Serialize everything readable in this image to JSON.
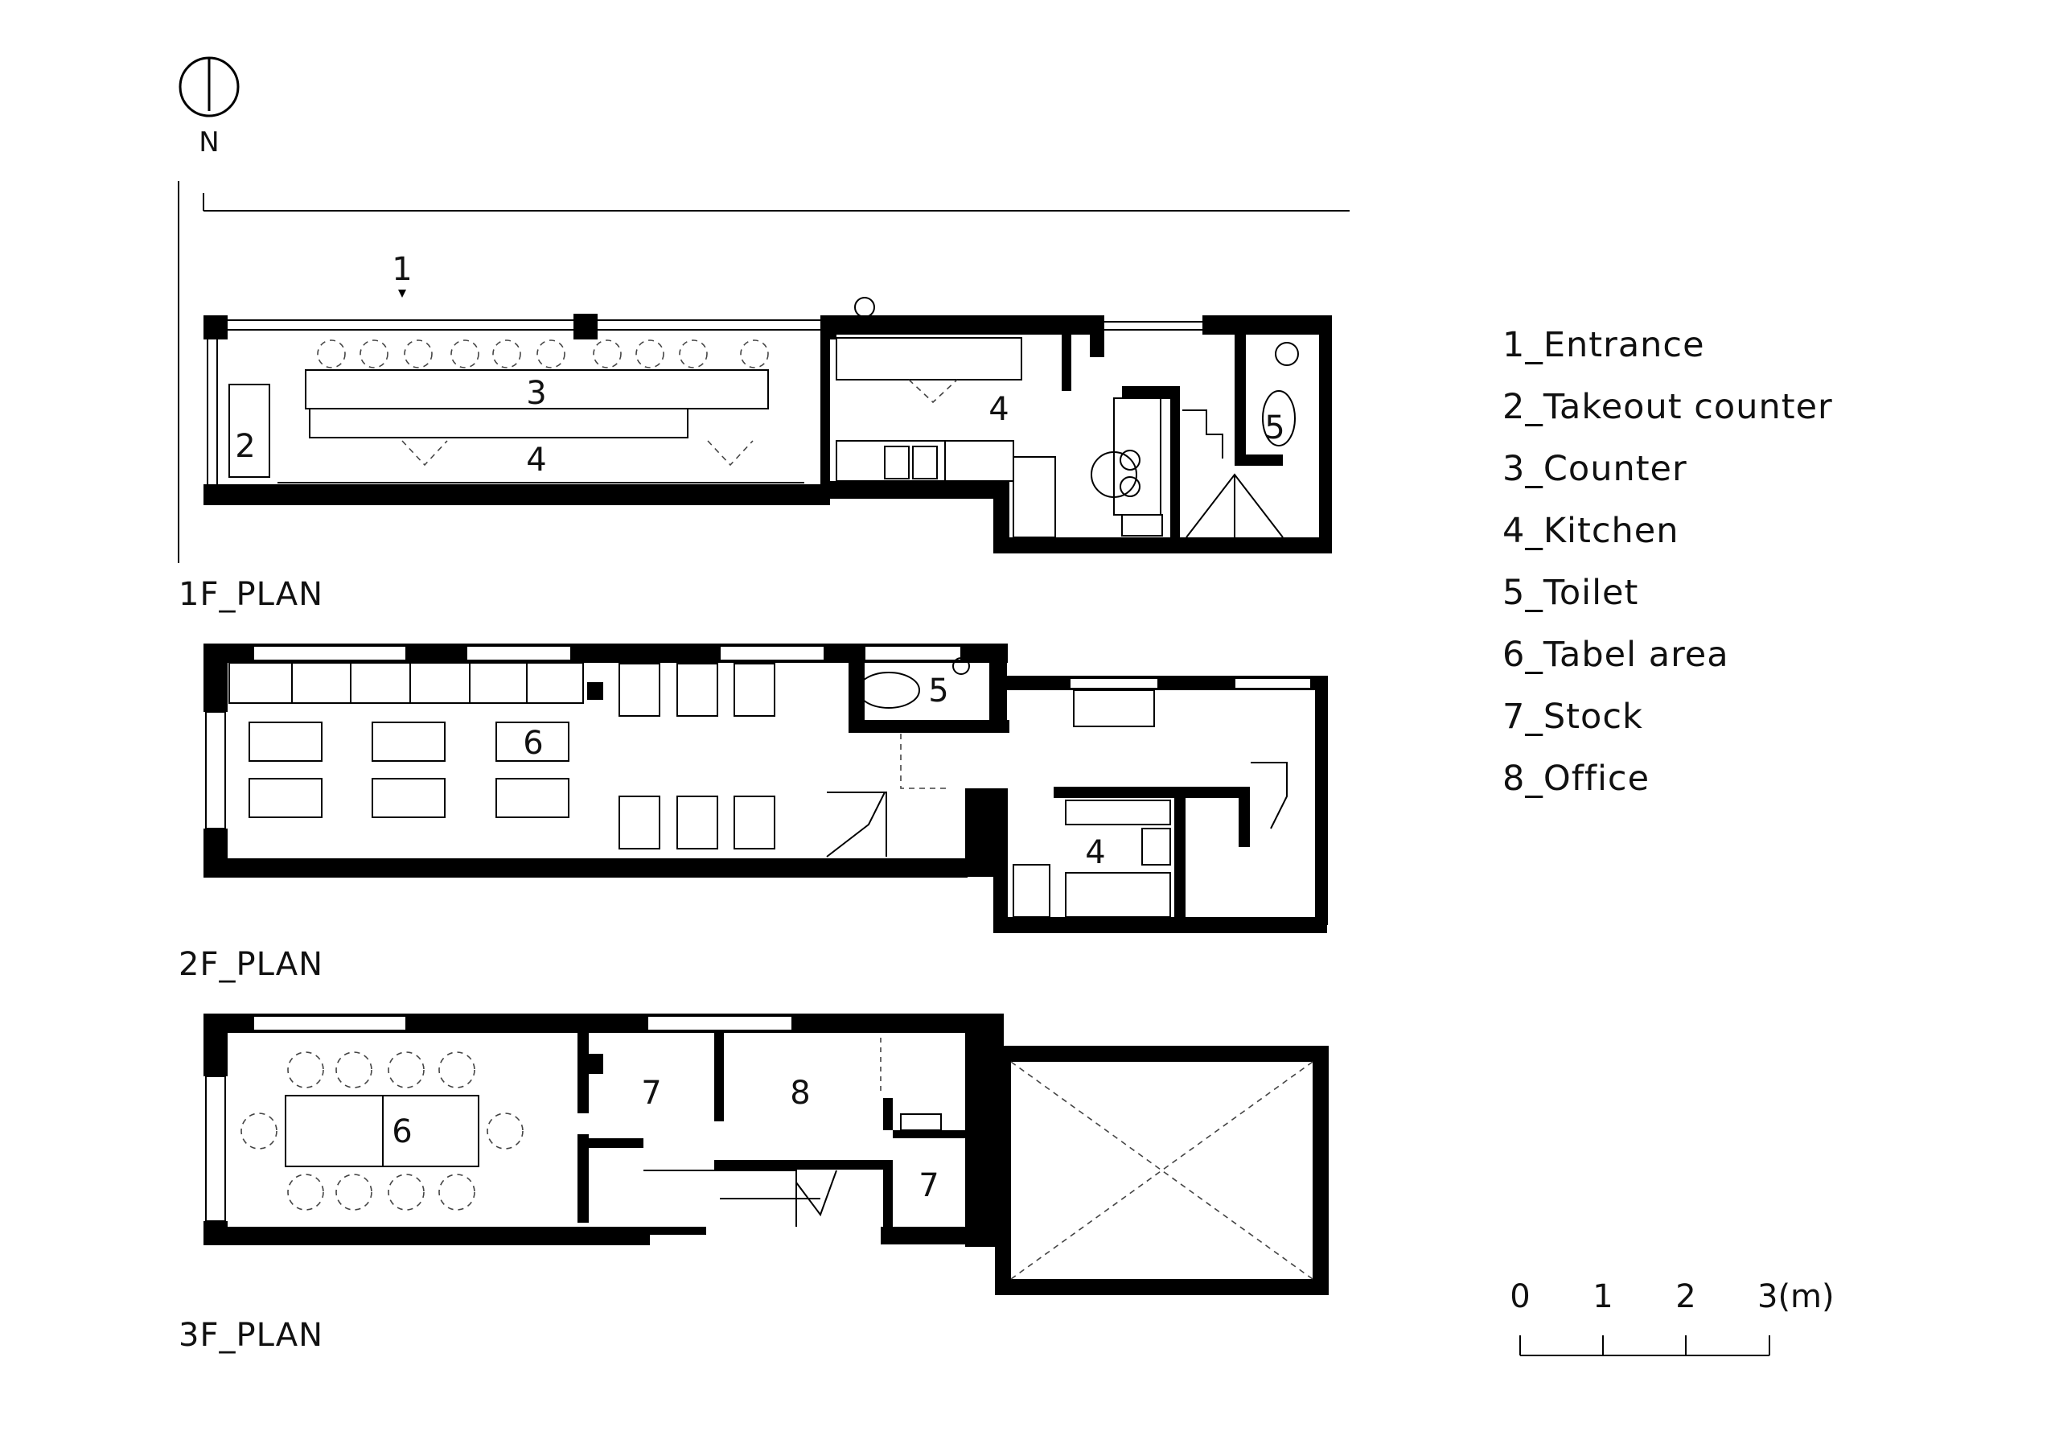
{
  "north": {
    "label": "N",
    "icon": "north-arrow-icon"
  },
  "plans": [
    {
      "id": "1f",
      "title": "1F_PLAN",
      "rooms": [
        "1",
        "2",
        "3",
        "4",
        "4",
        "5"
      ]
    },
    {
      "id": "2f",
      "title": "2F_PLAN",
      "rooms": [
        "6",
        "5",
        "4"
      ]
    },
    {
      "id": "3f",
      "title": "3F_PLAN",
      "rooms": [
        "6",
        "7",
        "8",
        "7"
      ]
    }
  ],
  "legend": [
    "1_Entrance",
    "2_Takeout counter",
    "3_Counter",
    "4_Kitchen",
    "5_Toilet",
    "6_Tabel area",
    "7_Stock",
    "8_Office"
  ],
  "scale_bar": {
    "ticks": [
      "0",
      "1",
      "2",
      "3(m)"
    ]
  }
}
